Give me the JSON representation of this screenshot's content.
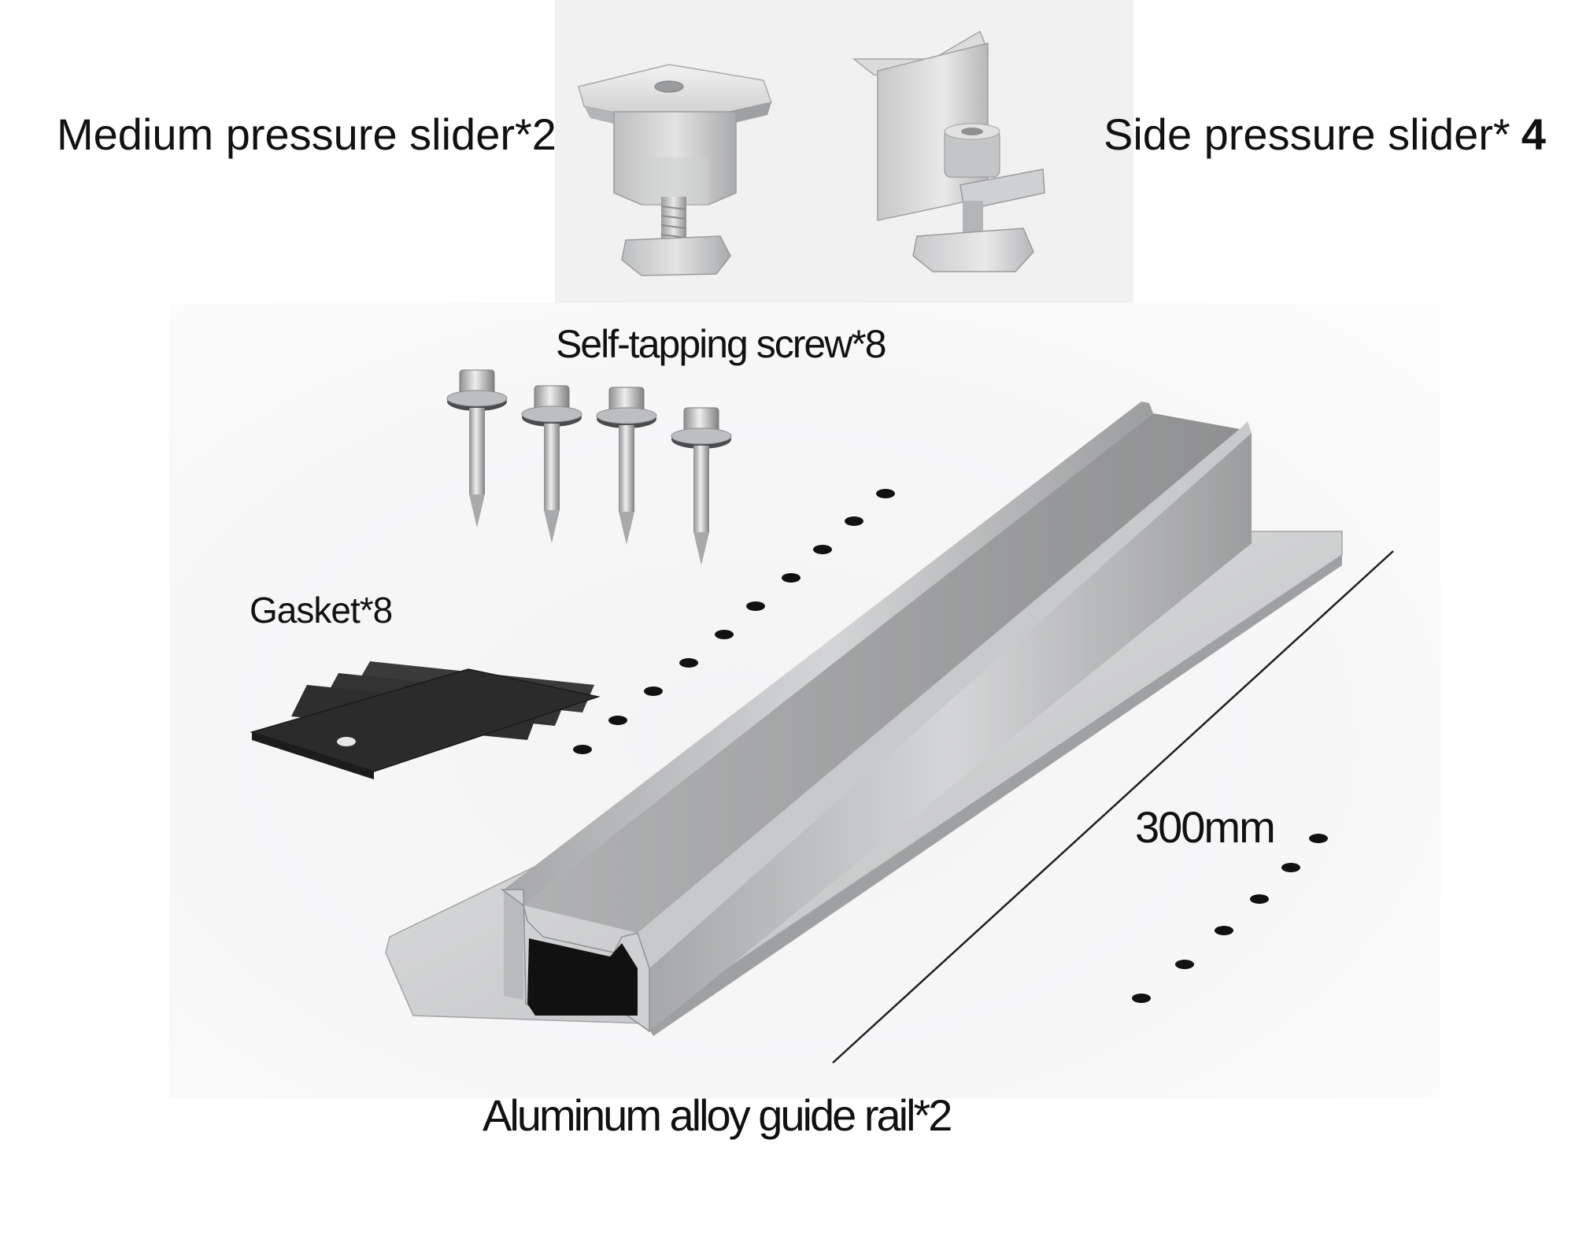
{
  "labels": {
    "medium_slider": "Medium pressure slider*2",
    "side_slider": "Side pressure slider*",
    "side_slider_qty": "4",
    "screw": "Self-tapping screw*8",
    "gasket": "Gasket*8",
    "length": "300mm",
    "rail": "Aluminum alloy guide rail*2"
  },
  "colors": {
    "metal_light": "#d9dadb",
    "metal_mid": "#b8b9ba",
    "metal_dark": "#8e8f90",
    "gasket_black": "#2b2b2b",
    "text": "#111111"
  }
}
